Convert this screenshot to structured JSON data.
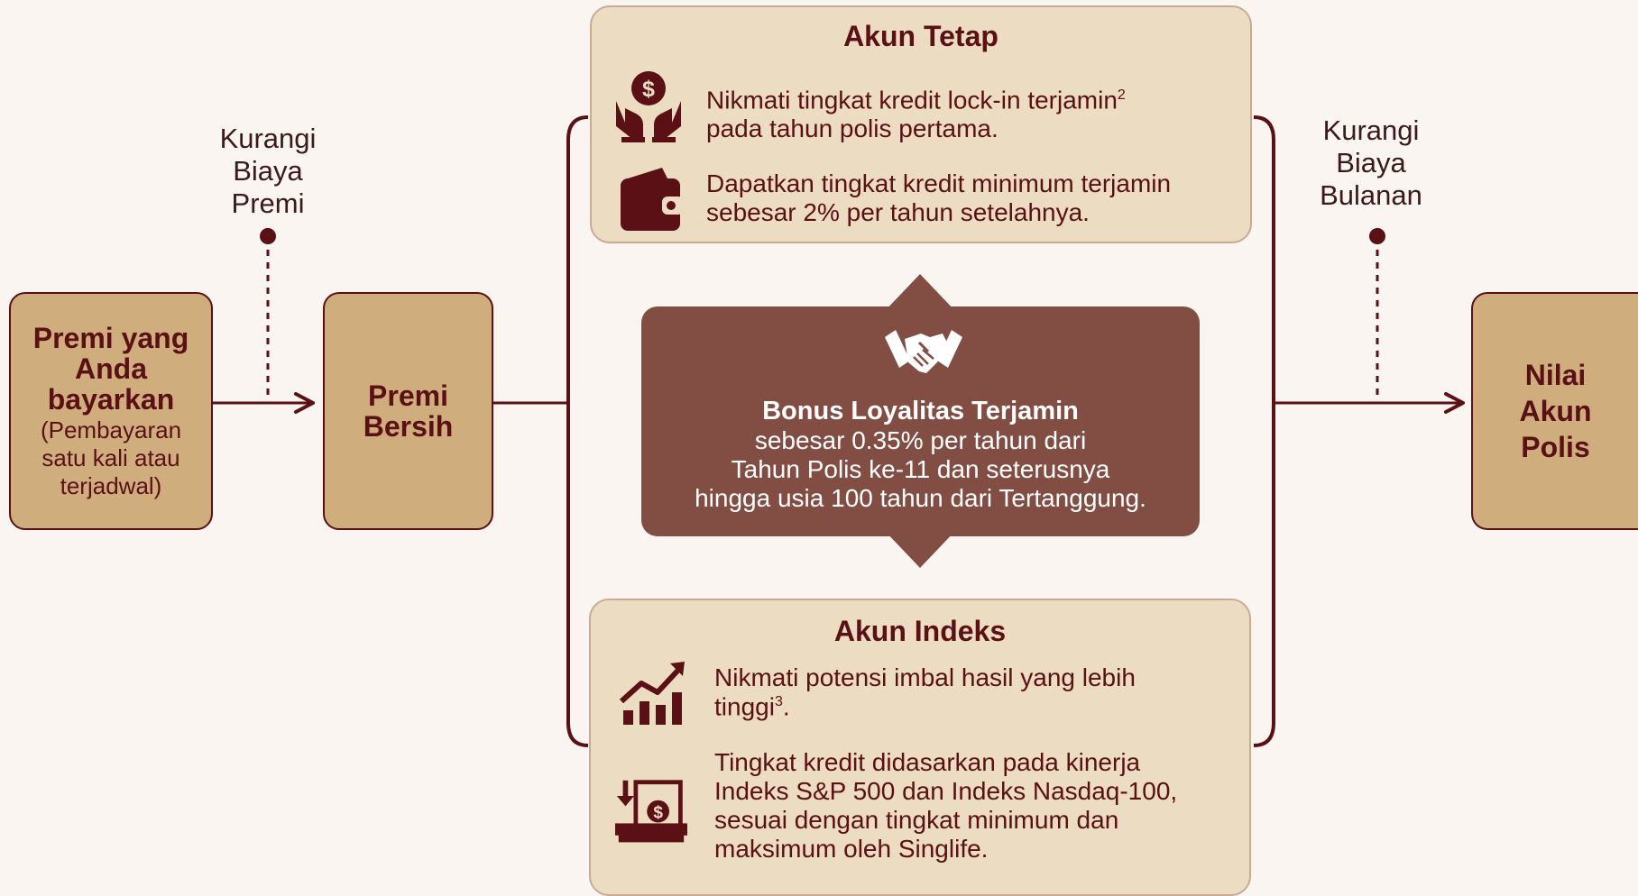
{
  "colors": {
    "background": "#faf5f0",
    "brown_dark": "#5a1014",
    "tan": "#cfad7c",
    "panel": "#ecdcc2",
    "loyalty": "#824e44"
  },
  "boxes": {
    "premium_paid": {
      "title": "Premi yang\nAnda\nbayarkan",
      "subtitle": "(Pembayaran\nsatu kali atau\nterjadwal)"
    },
    "net_premium": {
      "title": "Premi\nBersih"
    },
    "policy_value": {
      "title": "Nilai\nAkun\nPolis"
    }
  },
  "deductions": {
    "premium_charge": "Kurangi\nBiaya\nPremi",
    "monthly_charge": "Kurangi\nBiaya\nBulanan"
  },
  "fixed_account": {
    "title": "Akun Tetap",
    "features": [
      {
        "icon": "hands-money-icon",
        "text": "Nikmati tingkat kredit lock-in terjamin",
        "sup": "2",
        "text_line2": "pada tahun polis pertama."
      },
      {
        "icon": "wallet-icon",
        "text": "Dapatkan tingkat kredit minimum terjamin",
        "text_line2": "sebesar 2% per tahun setelahnya."
      }
    ]
  },
  "loyalty_bonus": {
    "icon": "handshake-icon",
    "title": "Bonus Loyalitas Terjamin",
    "lines": [
      "sebesar 0.35% per tahun dari",
      "Tahun Polis ke-11 dan seterusnya",
      "hingga usia 100 tahun dari Tertanggung."
    ]
  },
  "index_account": {
    "title": "Akun Indeks",
    "features": [
      {
        "icon": "growth-chart-icon",
        "text": "Nikmati potensi imbal hasil yang lebih",
        "text_line2": "tinggi",
        "sup": "3",
        "suffix": "."
      },
      {
        "icon": "money-deposit-icon",
        "lines": [
          "Tingkat kredit didasarkan pada kinerja",
          "Indeks S&P 500 dan Indeks Nasdaq-100,",
          "sesuai dengan tingkat minimum dan",
          "maksimum oleh Singlife."
        ]
      }
    ]
  }
}
